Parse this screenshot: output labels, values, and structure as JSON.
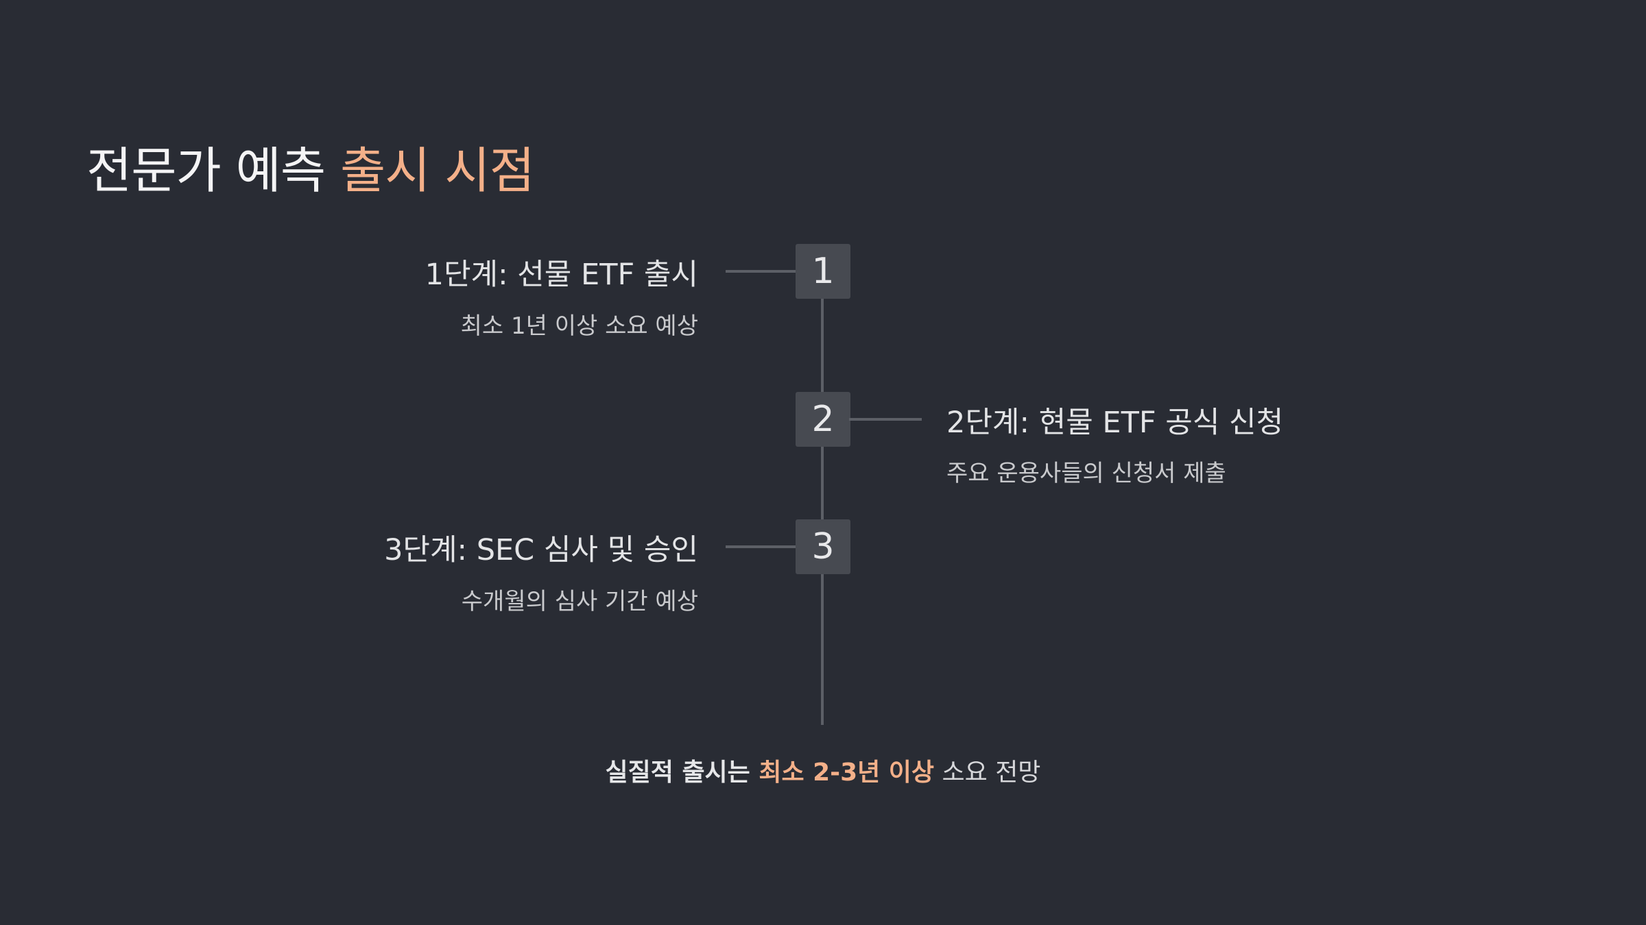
{
  "title": {
    "prefix": "전문가 예측 ",
    "accent": "출시 시점"
  },
  "steps": [
    {
      "number": "1",
      "title": "1단계: 선물 ETF 출시",
      "description": "최소 1년 이상 소요 예상",
      "side": "left"
    },
    {
      "number": "2",
      "title": "2단계: 현물 ETF 공식 신청",
      "description": "주요 운용사들의 신청서 제출",
      "side": "right"
    },
    {
      "number": "3",
      "title": "3단계: SEC 심사 및 승인",
      "description": "수개월의 심사 기간 예상",
      "side": "left"
    }
  ],
  "summary": {
    "bold": "실질적 출시는 ",
    "accent": "최소 2-3년 이상",
    "rest": " 소요 전망"
  },
  "colors": {
    "background": "#292c34",
    "accent": "#f4b089",
    "box": "#474a51",
    "line": "#5c5f66"
  }
}
